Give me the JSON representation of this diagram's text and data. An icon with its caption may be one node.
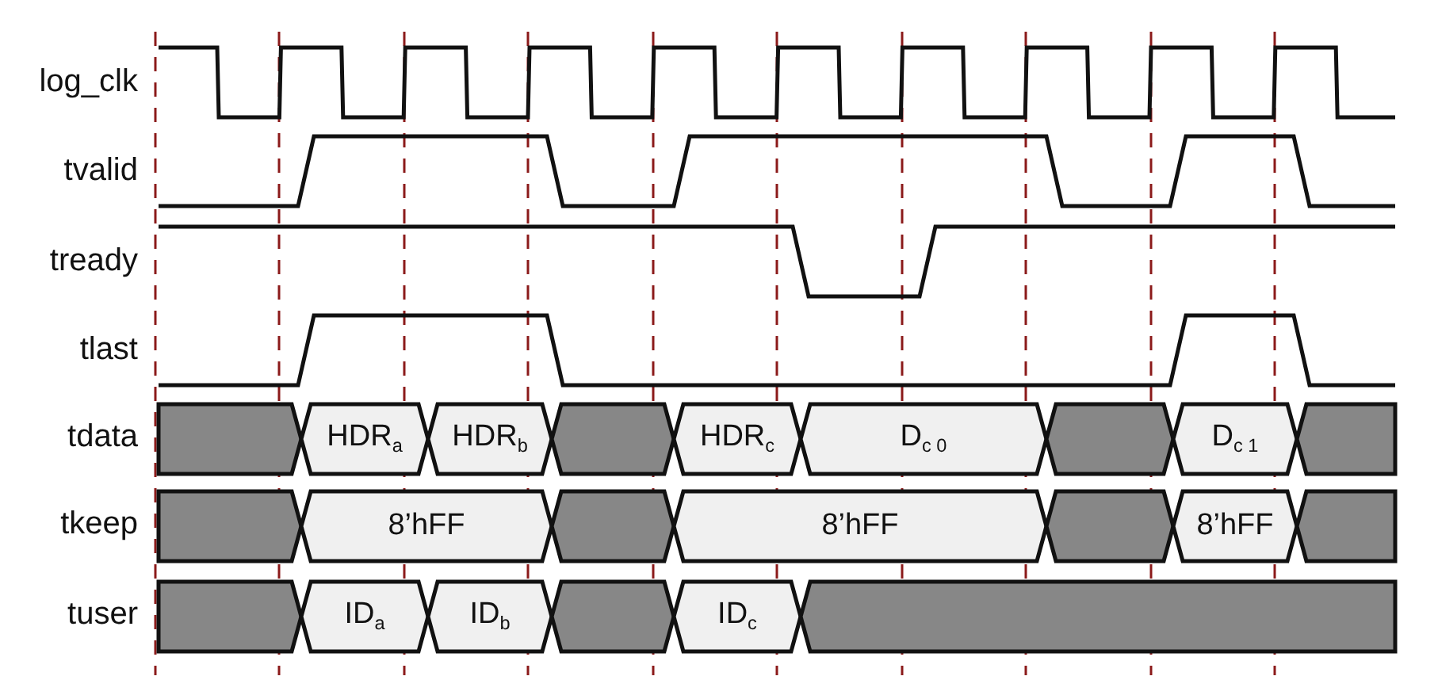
{
  "diagram": {
    "nodes": [
      {
        "text": [],
        "shape": "hexagon"
      },
      {
        "text": [
          "HDR$_{a}$"
        ]
      },
      {
        "text": [
          "HDR$_{b}$"
        ]
      },
      {
        "text": [],
        "shape": "hexagon"
      },
      {
        "text": [
          "HDR$_{c}$"
        ]
      },
      {
        "text": [
          "D$_{c 0}$"
        ]
      },
      {
        "text": [],
        "shape": "hexagon"
      },
      {
        "text": [
          "D$_{c 1}$"
        ]
      },
      {
        "text": [],
        "shape": "hexagon"
      },
      {
        "text": [],
        "shape": "hexagon"
      },
      {
        "text": [
          "8’hFF"
        ]
      },
      {
        "text": [],
        "shape": "hexagon"
      },
      {
        "text": [
          "8’hFF"
        ]
      },
      {
        "text": [],
        "shape": "hexagon"
      },
      {
        "text": [
          "8’hFF"
        ]
      },
      {
        "text": [],
        "shape": "hexagon"
      },
      {
        "text": [],
        "shape": "hexagon"
      },
      {
        "text": [
          "ID$_{a}$"
        ]
      },
      {
        "text": [
          "ID$_{b}$"
        ]
      },
      {
        "text": [],
        "shape": "hexagon"
      },
      {
        "text": [
          "ID$_{c}$"
        ]
      },
      {
        "text": [],
        "shape": "hexagon"
      }
    ],
    "labels": [
      "log_clk",
      "tvalid",
      "tready",
      "tlast",
      "tdata",
      "tkeep",
      "tuser"
    ]
  }
}
